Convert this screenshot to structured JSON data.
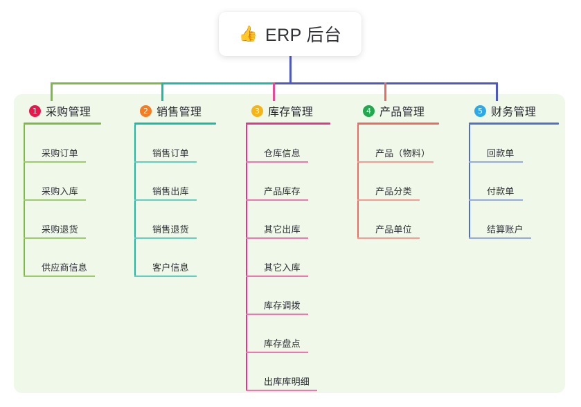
{
  "root": {
    "icon": "thumbs-up-emoji",
    "emoji": "👍",
    "title": "ERP 后台"
  },
  "panel": {
    "background_color": "#eff8e9"
  },
  "connectors": {
    "trunk_color": "#4d58c8",
    "bus_segments": [
      {
        "color": "#7cbb42"
      },
      {
        "color": "#14bfa6"
      },
      {
        "color": "#4d58c8"
      }
    ],
    "drop_colors": [
      "#7cbb42",
      "#14bfa6",
      "#ec4899",
      "#f1685e",
      "#4d58c8"
    ]
  },
  "columns": [
    {
      "number": "1",
      "badge_color": "#e8174b",
      "line_color": "#7cbb42",
      "item_line_color": "#9ccb6a",
      "title": "采购管理",
      "items": [
        {
          "label": "采购订单",
          "width": 90
        },
        {
          "label": "采购入库",
          "width": 90
        },
        {
          "label": "采购退货",
          "width": 90
        },
        {
          "label": "供应商信息",
          "width": 103
        }
      ]
    },
    {
      "number": "2",
      "badge_color": "#f57c20",
      "line_color": "#0fbfa8",
      "item_line_color": "#5fcfc2",
      "title": "销售管理",
      "items": [
        {
          "label": "销售订单",
          "width": 90
        },
        {
          "label": "销售出库",
          "width": 90
        },
        {
          "label": "销售退货",
          "width": 90
        },
        {
          "label": "客户信息",
          "width": 90
        }
      ]
    },
    {
      "number": "3",
      "badge_color": "#f5b518",
      "line_color": "#e8338c",
      "item_line_color": "#ef76b0",
      "title": "库存管理",
      "items": [
        {
          "label": "仓库信息",
          "width": 90
        },
        {
          "label": "产品库存",
          "width": 90
        },
        {
          "label": "其它出库",
          "width": 90
        },
        {
          "label": "其它入库",
          "width": 90
        },
        {
          "label": "库存调拨",
          "width": 90
        },
        {
          "label": "库存盘点",
          "width": 90
        },
        {
          "label": "出库库明细",
          "width": 103
        }
      ]
    },
    {
      "number": "4",
      "badge_color": "#22a94f",
      "line_color": "#f1685e",
      "item_line_color": "#f79b91",
      "title": "产品管理",
      "items": [
        {
          "label": "产品（物料）",
          "width": 110
        },
        {
          "label": "产品分类",
          "width": 90
        },
        {
          "label": "产品单位",
          "width": 90
        }
      ]
    },
    {
      "number": "5",
      "badge_color": "#2fa8e8",
      "line_color": "#4d6fd1",
      "item_line_color": "#93a9e0",
      "title": "财务管理",
      "items": [
        {
          "label": "回款单",
          "width": 78
        },
        {
          "label": "付款单",
          "width": 78
        },
        {
          "label": "结算账户",
          "width": 90
        }
      ]
    }
  ]
}
